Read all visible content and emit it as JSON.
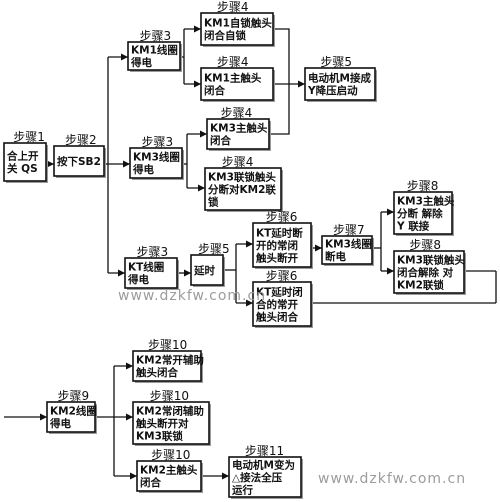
{
  "watermark_text": "www.dzkfw.com.cn",
  "nodes": [
    {
      "id": "n1",
      "step": "步骤1",
      "lines": [
        "合上开",
        "关 QS"
      ]
    },
    {
      "id": "n2",
      "step": "步骤2",
      "lines": [
        "按下SB2"
      ]
    },
    {
      "id": "n3a",
      "step": "步骤3",
      "lines": [
        "KM1线圈",
        "得电"
      ]
    },
    {
      "id": "n4a",
      "step": "步骤4",
      "lines": [
        "KM1自锁触头",
        "闭合自锁"
      ]
    },
    {
      "id": "n4b",
      "step": "步骤4",
      "lines": [
        "KM1主触头",
        "闭合"
      ]
    },
    {
      "id": "n5a",
      "step": "步骤5",
      "lines": [
        "电动机M接成",
        "Y降压启动"
      ]
    },
    {
      "id": "n3b",
      "step": "步骤3",
      "lines": [
        "KM3线圈",
        "得电"
      ]
    },
    {
      "id": "n4c",
      "step": "步骤4",
      "lines": [
        "KM3主触头",
        "闭合"
      ]
    },
    {
      "id": "n4d",
      "step": "步骤4",
      "lines": [
        "KM3联锁触头",
        "分断对KM2联",
        "锁"
      ]
    },
    {
      "id": "n3c",
      "step": "步骤3",
      "lines": [
        "KT线圈",
        "得电"
      ]
    },
    {
      "id": "n5b",
      "step": "步骤5",
      "lines": [
        "延时"
      ]
    },
    {
      "id": "n6a",
      "step": "步骤6",
      "lines": [
        "KT延时断",
        "开的常闭",
        "触头断开"
      ]
    },
    {
      "id": "n7",
      "step": "步骤7",
      "lines": [
        "KM3线圈",
        "断电"
      ]
    },
    {
      "id": "n8a",
      "step": "步骤8",
      "lines": [
        "KM3主触头",
        "分断 解除",
        "Y 联接"
      ]
    },
    {
      "id": "n8b",
      "step": "步骤8",
      "lines": [
        "KM3联锁触头",
        "闭合解除 对",
        "KM2联锁"
      ]
    },
    {
      "id": "n6b",
      "step": "步骤6",
      "lines": [
        "KT延时闭",
        "合的常开",
        "触头闭合"
      ]
    },
    {
      "id": "n9",
      "step": "步骤9",
      "lines": [
        "KM2线圈",
        "得电"
      ]
    },
    {
      "id": "n10a",
      "step": "步骤10",
      "lines": [
        "KM2常开辅助",
        "触头闭合"
      ]
    },
    {
      "id": "n10b",
      "step": "步骤10",
      "lines": [
        "KM2常闭辅助",
        "触头断开对",
        "KM3联锁"
      ]
    },
    {
      "id": "n10c",
      "step": "步骤10",
      "lines": [
        "KM2主触头",
        "闭合"
      ]
    },
    {
      "id": "n11",
      "step": "步骤11",
      "lines": [
        "电动机M变为",
        "△接法全压",
        "运行"
      ]
    }
  ]
}
